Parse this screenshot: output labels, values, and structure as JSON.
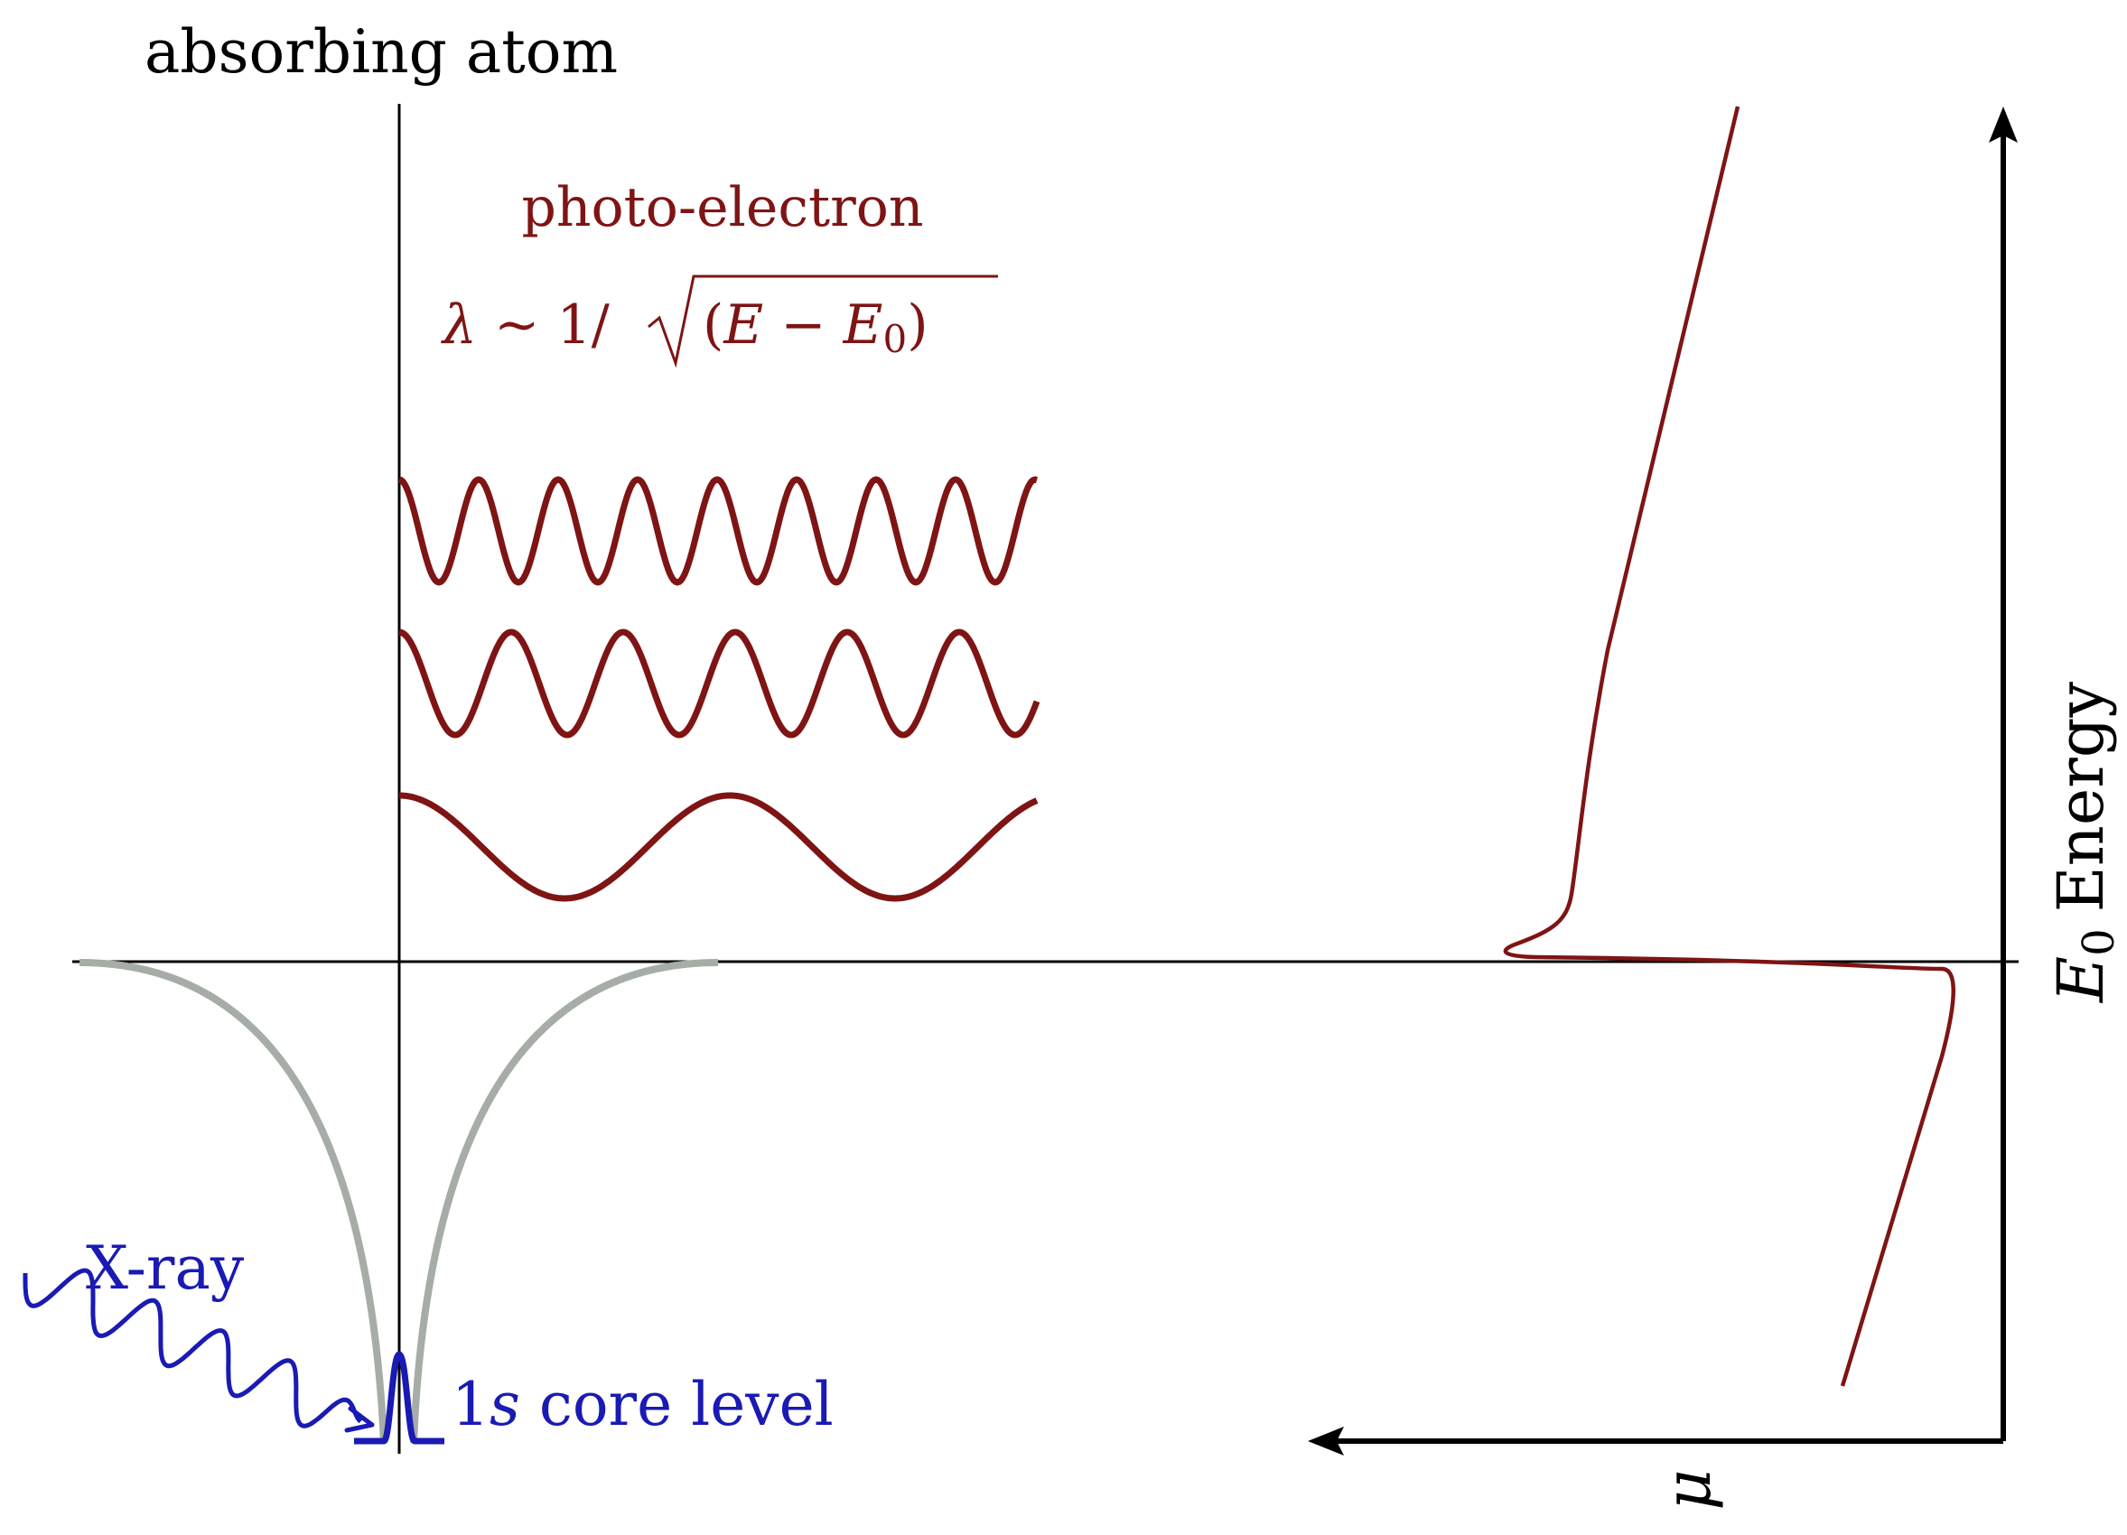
{
  "labels": {
    "absorbing_atom": "absorbing atom",
    "photo_electron": "photo-electron",
    "wavelength": {
      "lambda": "λ",
      "sim_one_over": " ~ 1/",
      "paren_open": "(",
      "E": "E",
      "minus": " − ",
      "E0_base": "E",
      "E0_sub": "0",
      "paren_close": ")"
    },
    "xray": "X-ray",
    "core_level": {
      "one": "1",
      "s": "s",
      "rest": " core level"
    },
    "energy_axis": {
      "E0_base": "E",
      "E0_sub": "0",
      "energy": "Energy"
    },
    "mu_axis": "μ"
  },
  "colors": {
    "axis": "#000000",
    "electron": "#7f1414",
    "xray": "#1a1ab4",
    "potential": "#a6aca6",
    "absorption": "#7f1414"
  },
  "icons": {
    "energy_arrowhead": "arrow-up-icon",
    "mu_arrowhead": "arrow-left-icon",
    "xray_arrowhead": "arrow-right-icon"
  }
}
